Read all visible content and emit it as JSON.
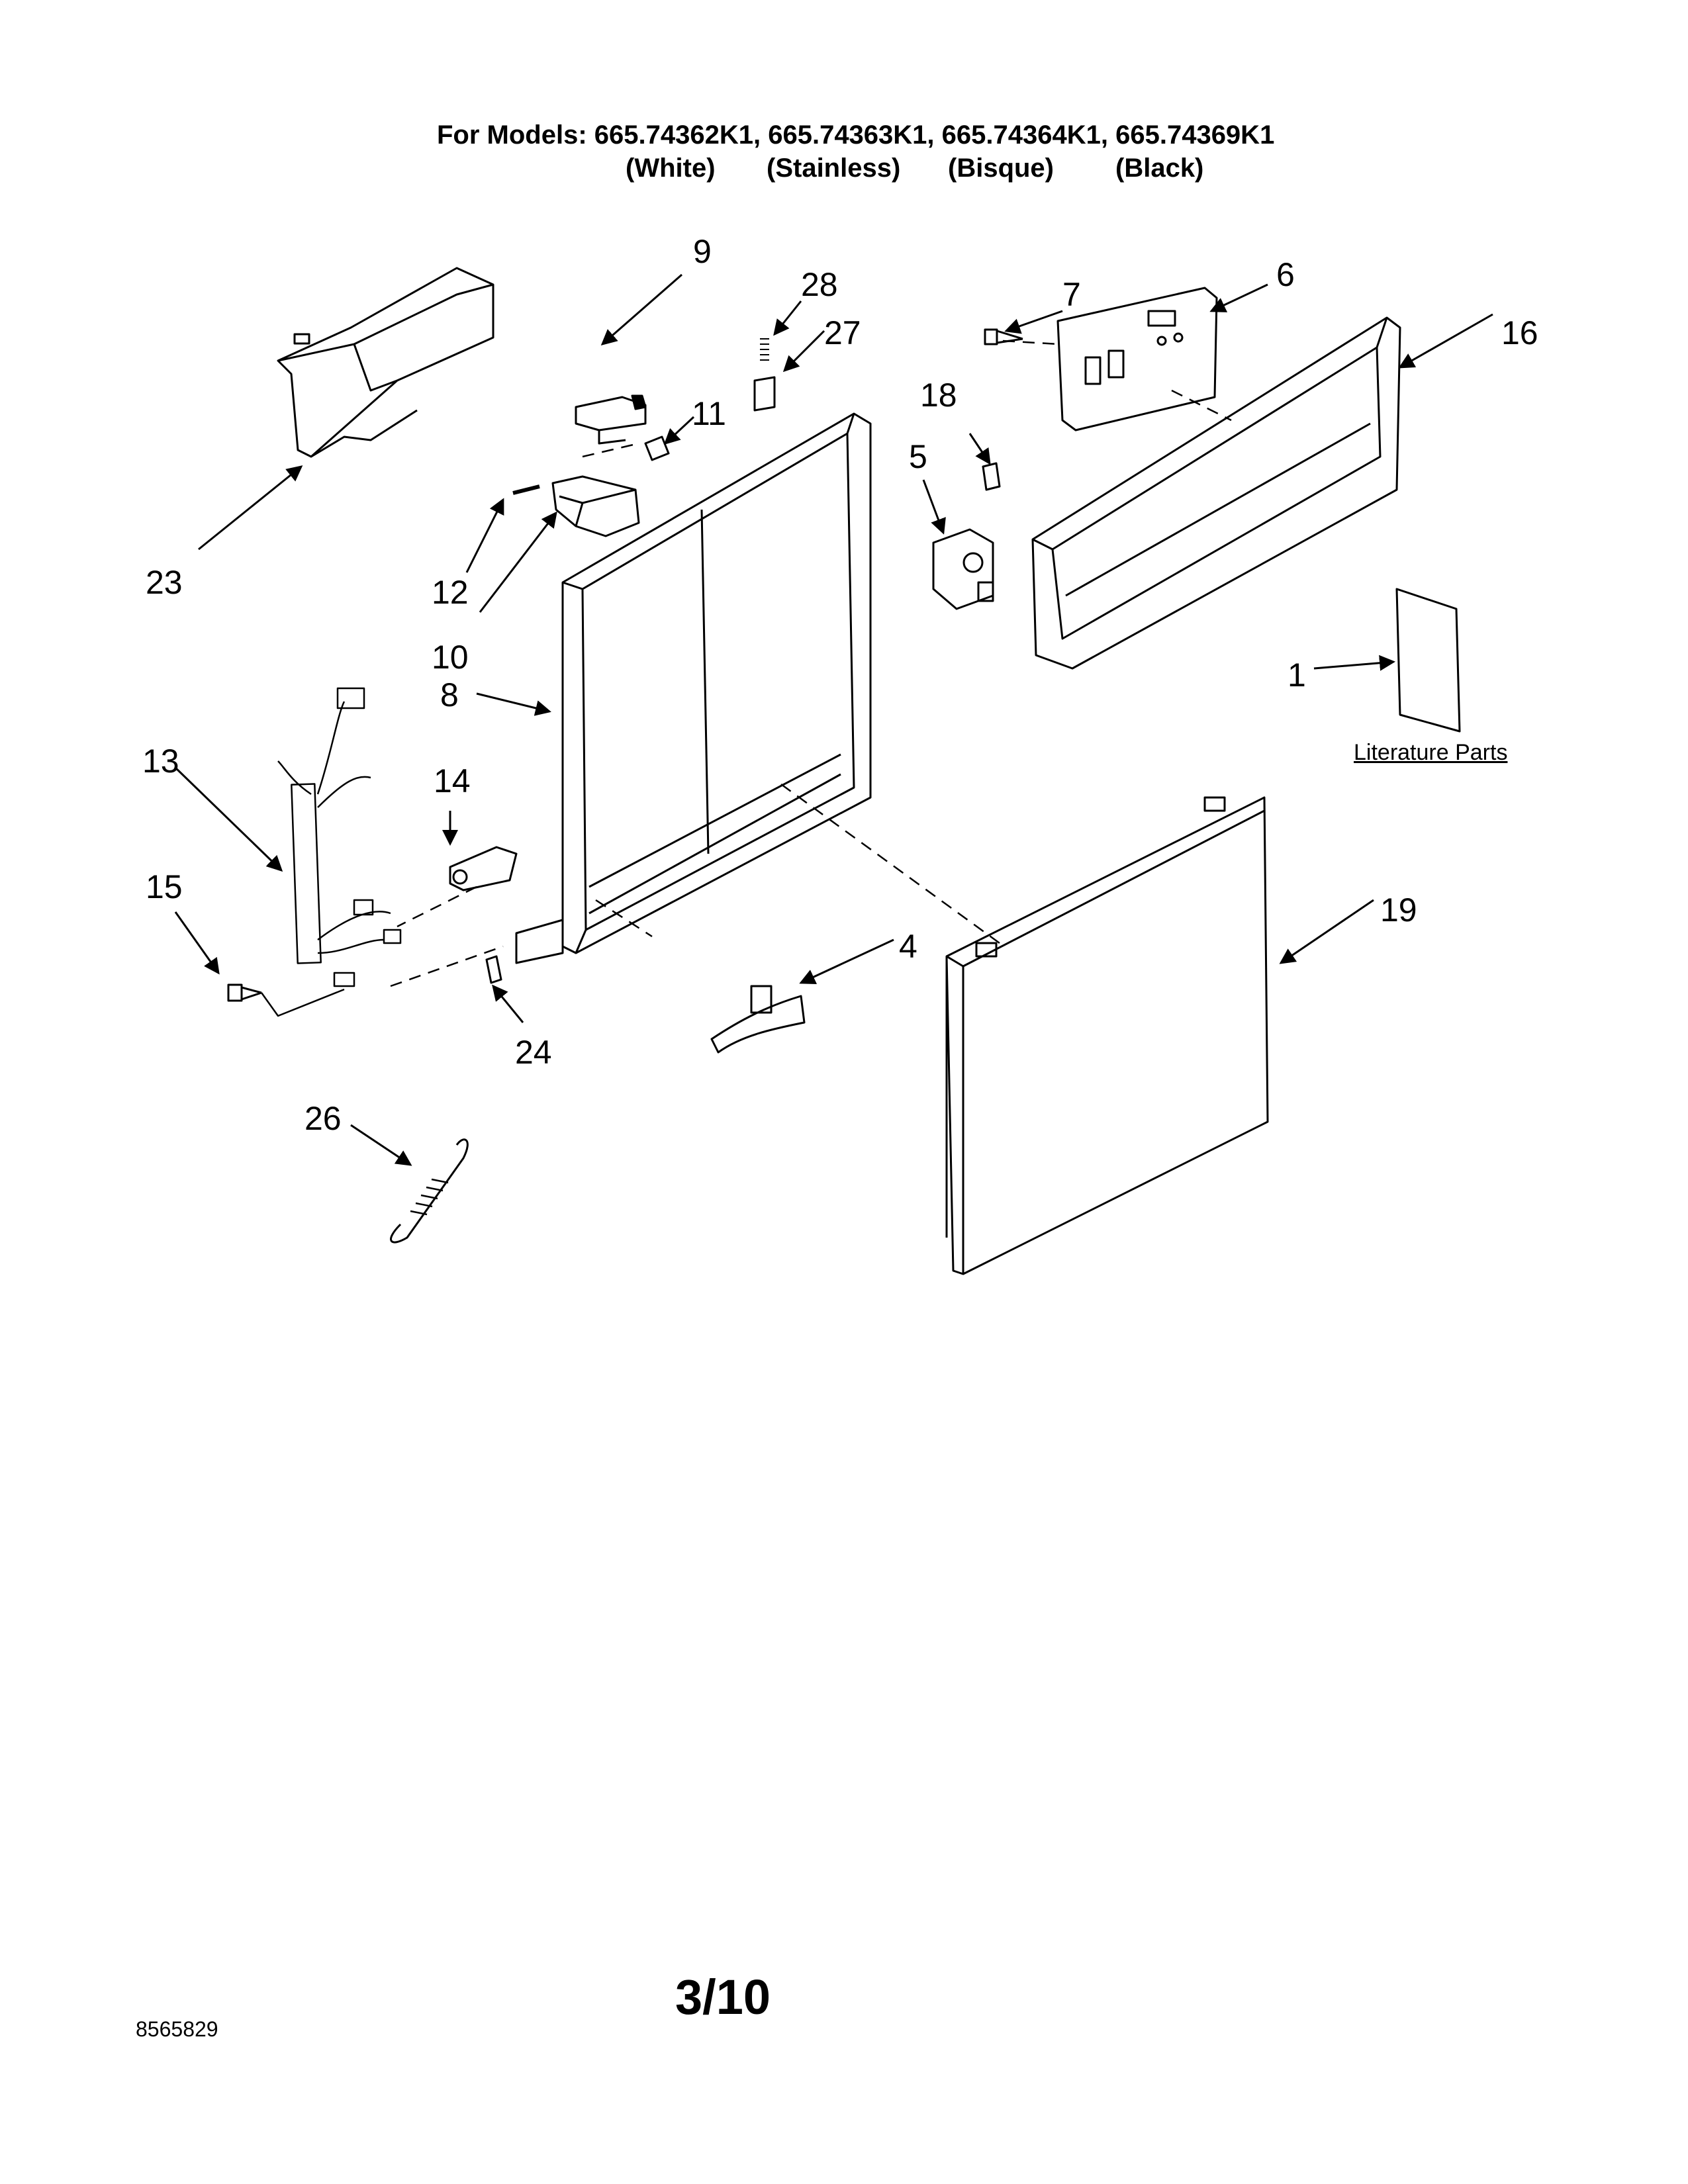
{
  "header": {
    "models_line": "For Models: 665.74362K1, 665.74363K1, 665.74364K1, 665.74369K1",
    "colors": [
      "(White)",
      "(Stainless)",
      "(Bisque)",
      "(Black)"
    ]
  },
  "callouts": [
    "9",
    "28",
    "27",
    "7",
    "6",
    "16",
    "11",
    "23",
    "12",
    "10",
    "18",
    "5",
    "8",
    "1",
    "13",
    "14",
    "15",
    "24",
    "4",
    "19",
    "26"
  ],
  "literature_label": "Literature Parts",
  "page_number": "3/10",
  "document_number": "8565829"
}
